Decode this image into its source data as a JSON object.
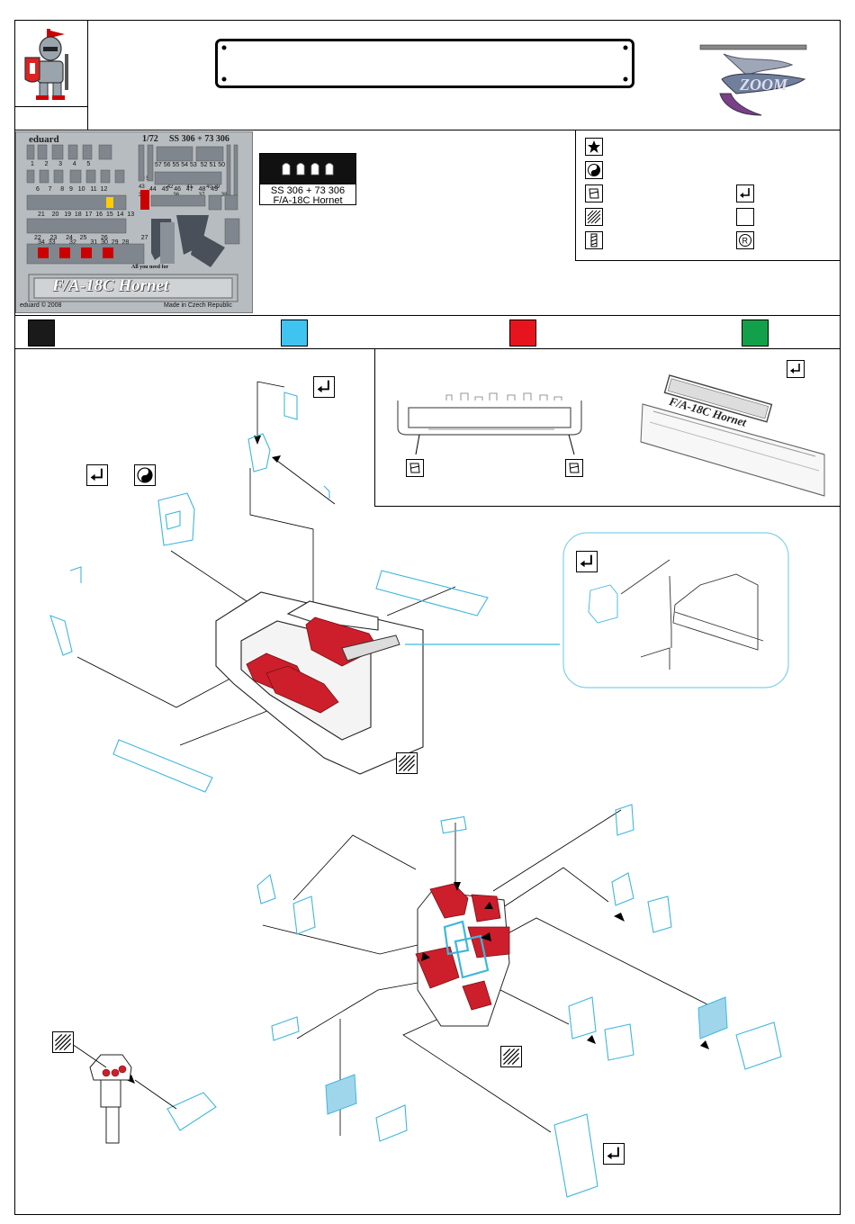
{
  "fret": {
    "brand": "eduard",
    "scale": "1/72",
    "codes": "SS 306 + 73 306",
    "tagline": "All you need for",
    "name": "F/A-18C Hornet",
    "copyright": "eduard © 2008",
    "origin": "Made in Czech Republic",
    "part_numbers_row1": [
      "1",
      "2",
      "3",
      "4",
      "5"
    ],
    "part_numbers_row1b": [
      "57",
      "56",
      "55",
      "54",
      "53",
      "52",
      "51",
      "50"
    ],
    "part_numbers_row2": [
      "6",
      "7",
      "8",
      "9",
      "10",
      "11",
      "12"
    ],
    "part_numbers_row2b": [
      "44",
      "45",
      "46",
      "47",
      "48",
      "49"
    ],
    "part_numbers_row3": [
      "21",
      "20",
      "19",
      "18",
      "17",
      "16",
      "15",
      "14",
      "13"
    ],
    "part_numbers_row4": [
      "22",
      "23",
      "24",
      "25",
      "26",
      "27"
    ],
    "part_numbers_row5": [
      "34",
      "33",
      "32",
      "31",
      "30",
      "29",
      "28"
    ],
    "part_numbers_misc": [
      "59",
      "58",
      "43",
      "42",
      "41",
      "40",
      "39",
      "35",
      "36",
      "37",
      "38"
    ]
  },
  "product_label": {
    "code": "SS 306 + 73 306",
    "name": "F/A-18C Hornet"
  },
  "colors": {
    "black": "#1a1a1a",
    "blue": "#3fc3f0",
    "red": "#e8141d",
    "green": "#12a14a",
    "part_red": "#cc1f2b",
    "part_blue": "#3fb6de"
  }
}
